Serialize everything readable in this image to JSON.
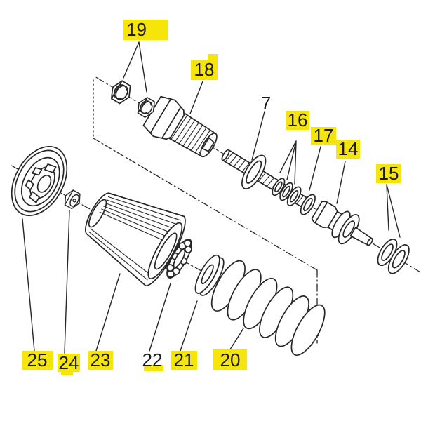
{
  "diagram": {
    "kind": "exploded parts diagram",
    "colors": {
      "background": "#ffffff",
      "line": "#262626",
      "text": "#1a1a1a",
      "highlight": "#f6e50a"
    },
    "labels": [
      {
        "part": "19",
        "highlighted": true
      },
      {
        "part": "18",
        "highlighted": true
      },
      {
        "part": "7",
        "highlighted": false
      },
      {
        "part": "16",
        "highlighted": true
      },
      {
        "part": "17",
        "highlighted": true
      },
      {
        "part": "14",
        "highlighted": true
      },
      {
        "part": "15",
        "highlighted": true
      },
      {
        "part": "25",
        "highlighted": true
      },
      {
        "part": "24",
        "highlighted": true
      },
      {
        "part": "23",
        "highlighted": true
      },
      {
        "part": "22",
        "highlighted": "partial"
      },
      {
        "part": "21",
        "highlighted": true
      },
      {
        "part": "20",
        "highlighted": true
      }
    ]
  }
}
